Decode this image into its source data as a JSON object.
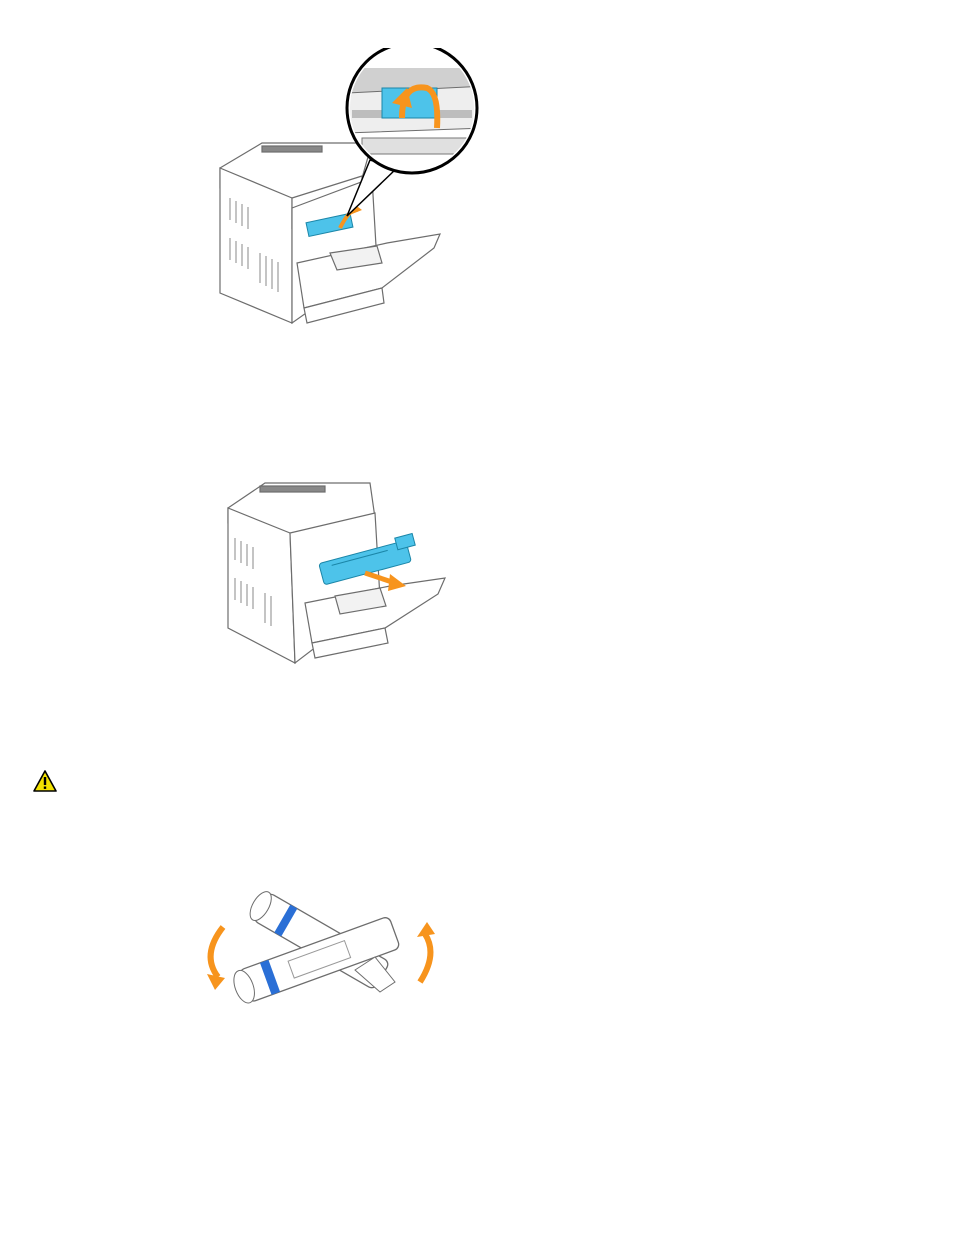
{
  "page": {
    "background": "#ffffff"
  },
  "figures": [
    {
      "id": "remove-cartridge-lever-figure",
      "icon": "printer-open-front-cover-with-zoom-callout"
    },
    {
      "id": "pull-out-cartridge-figure",
      "icon": "printer-cartridge-pull-out"
    },
    {
      "id": "shake-cartridge-figure",
      "icon": "toner-cartridge-rotate"
    }
  ],
  "caution": {
    "icon": "caution-warning-icon",
    "color": "#f2e200"
  },
  "colors": {
    "cartridge_blue": "#4dc3ea",
    "arrow_orange": "#f7941d",
    "outline_gray": "#6d6d6d"
  }
}
